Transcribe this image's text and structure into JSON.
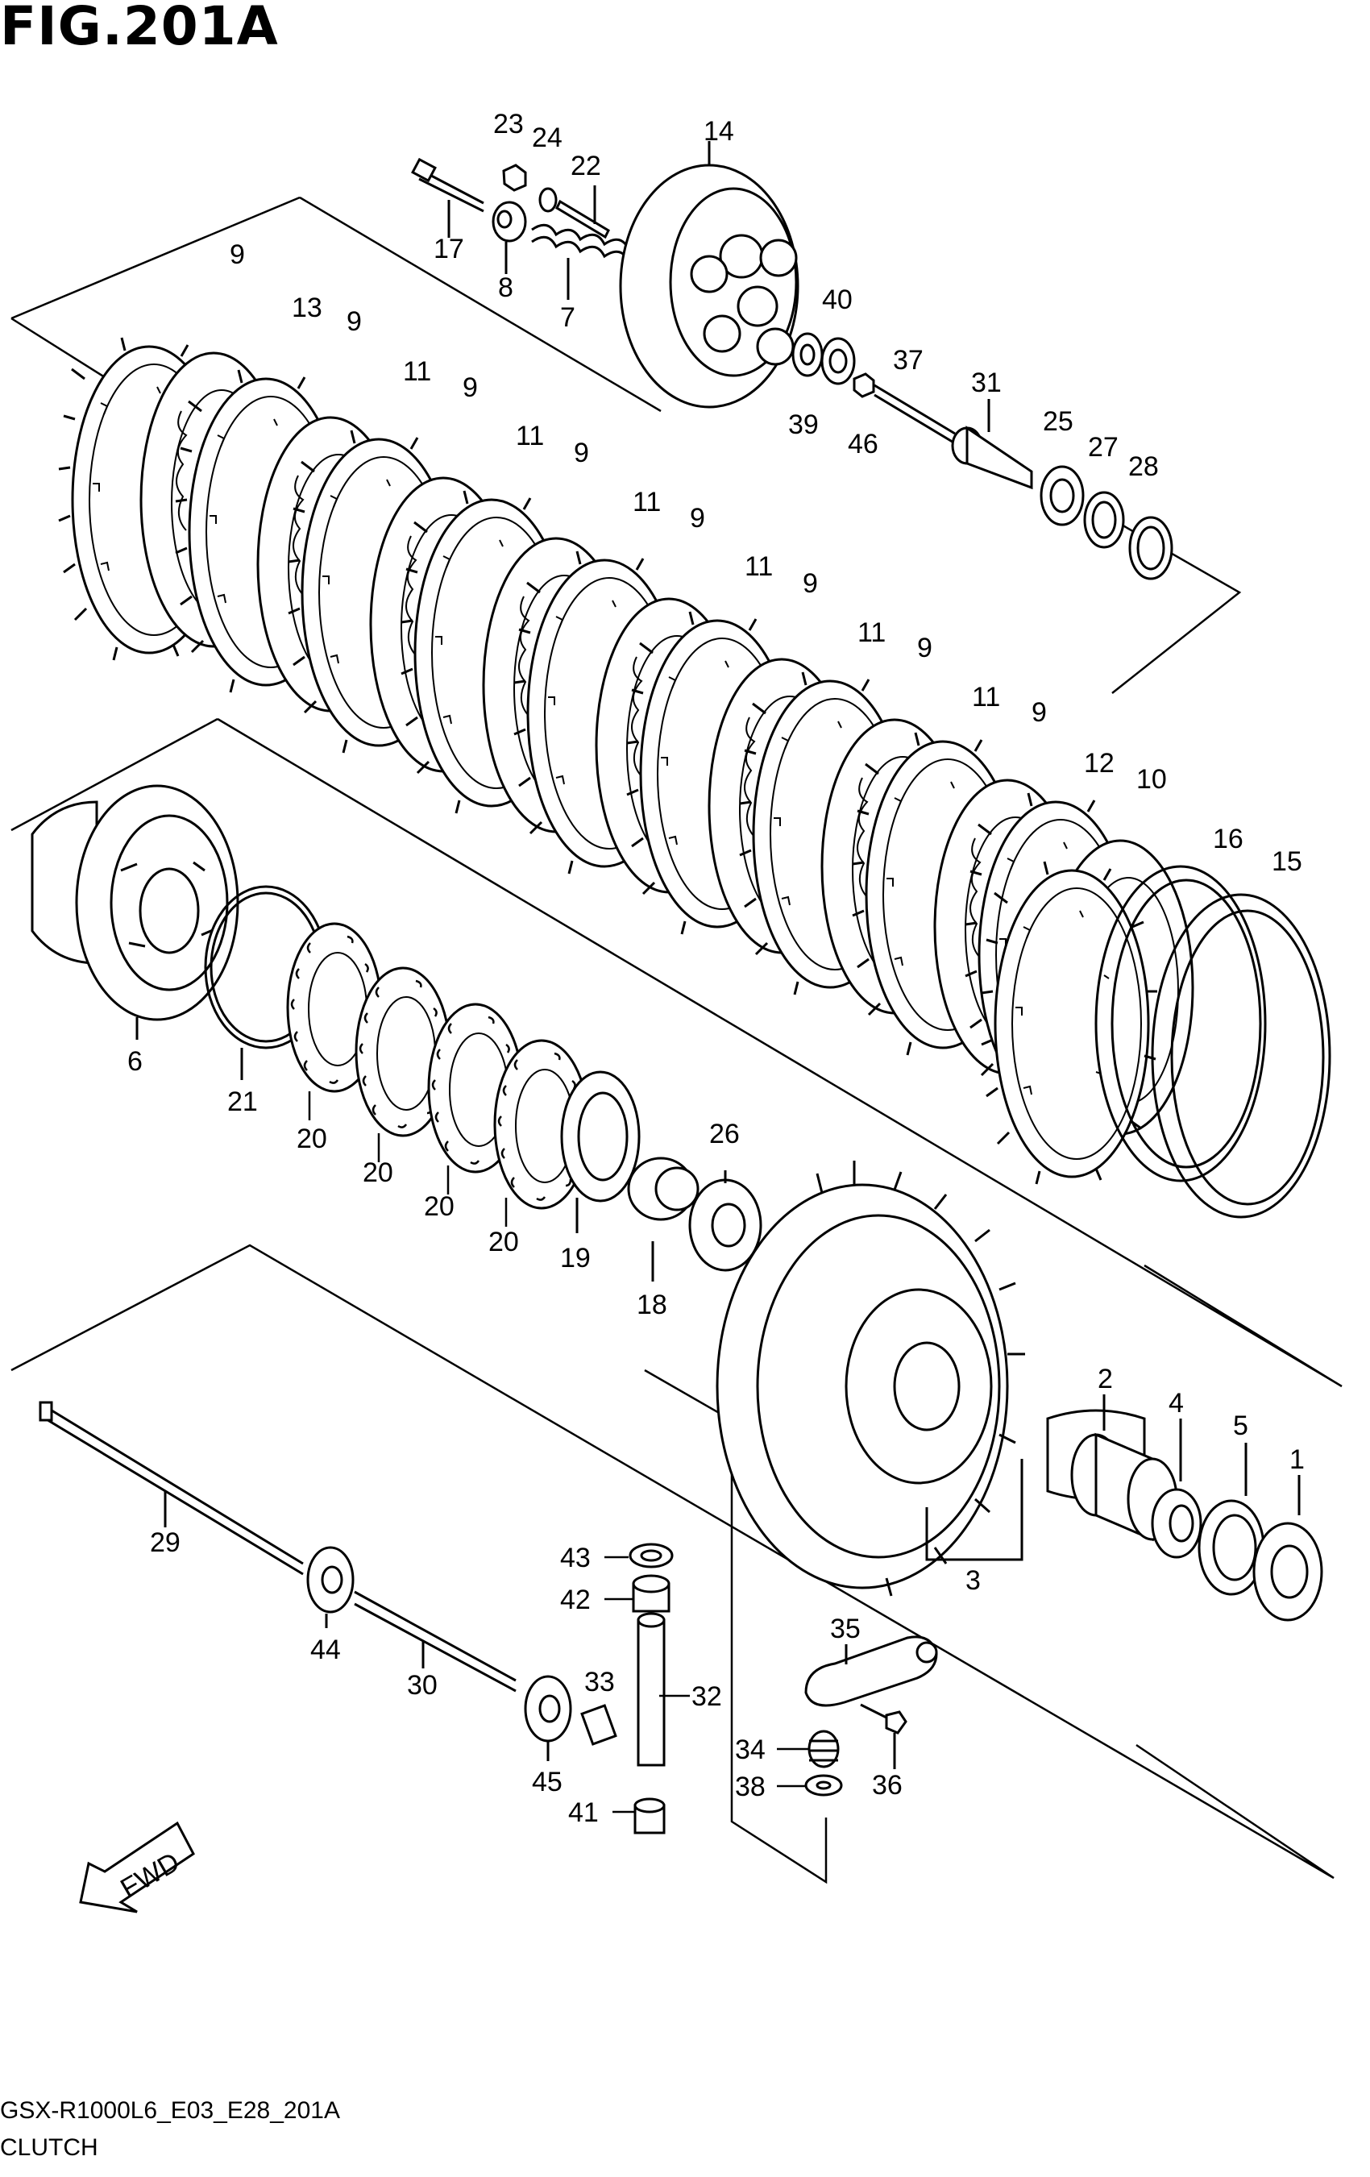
{
  "figure_title": "FIG.201A",
  "diagram_code": "GSX-R1000L6_E03_E28_201A",
  "section_name": "CLUTCH",
  "fwd_label": "FWD",
  "callouts": [
    {
      "id": "c23",
      "text": "23"
    },
    {
      "id": "c24",
      "text": "24"
    },
    {
      "id": "c22",
      "text": "22"
    },
    {
      "id": "c14",
      "text": "14"
    },
    {
      "id": "c17",
      "text": "17"
    },
    {
      "id": "c8",
      "text": "8"
    },
    {
      "id": "c7",
      "text": "7"
    },
    {
      "id": "c40",
      "text": "40"
    },
    {
      "id": "c39",
      "text": "39"
    },
    {
      "id": "c46",
      "text": "46"
    },
    {
      "id": "c37",
      "text": "37"
    },
    {
      "id": "c31",
      "text": "31"
    },
    {
      "id": "c25",
      "text": "25"
    },
    {
      "id": "c27",
      "text": "27"
    },
    {
      "id": "c28",
      "text": "28"
    },
    {
      "id": "c9a",
      "text": "9"
    },
    {
      "id": "c13",
      "text": "13"
    },
    {
      "id": "c9b",
      "text": "9"
    },
    {
      "id": "c11a",
      "text": "11"
    },
    {
      "id": "c9c",
      "text": "9"
    },
    {
      "id": "c11b",
      "text": "11"
    },
    {
      "id": "c9d",
      "text": "9"
    },
    {
      "id": "c11c",
      "text": "11"
    },
    {
      "id": "c9e",
      "text": "9"
    },
    {
      "id": "c11d",
      "text": "11"
    },
    {
      "id": "c9f",
      "text": "9"
    },
    {
      "id": "c11e",
      "text": "11"
    },
    {
      "id": "c9g",
      "text": "9"
    },
    {
      "id": "c11f",
      "text": "11"
    },
    {
      "id": "c9h",
      "text": "9"
    },
    {
      "id": "c12",
      "text": "12"
    },
    {
      "id": "c10",
      "text": "10"
    },
    {
      "id": "c16",
      "text": "16"
    },
    {
      "id": "c15",
      "text": "15"
    },
    {
      "id": "c6",
      "text": "6"
    },
    {
      "id": "c21",
      "text": "21"
    },
    {
      "id": "c20a",
      "text": "20"
    },
    {
      "id": "c20b",
      "text": "20"
    },
    {
      "id": "c20c",
      "text": "20"
    },
    {
      "id": "c20d",
      "text": "20"
    },
    {
      "id": "c19",
      "text": "19"
    },
    {
      "id": "c26",
      "text": "26"
    },
    {
      "id": "c18",
      "text": "18"
    },
    {
      "id": "c2",
      "text": "2"
    },
    {
      "id": "c4",
      "text": "4"
    },
    {
      "id": "c5",
      "text": "5"
    },
    {
      "id": "c1",
      "text": "1"
    },
    {
      "id": "c3",
      "text": "3"
    },
    {
      "id": "c29",
      "text": "29"
    },
    {
      "id": "c44",
      "text": "44"
    },
    {
      "id": "c30",
      "text": "30"
    },
    {
      "id": "c43",
      "text": "43"
    },
    {
      "id": "c42",
      "text": "42"
    },
    {
      "id": "c33",
      "text": "33"
    },
    {
      "id": "c32",
      "text": "32"
    },
    {
      "id": "c35",
      "text": "35"
    },
    {
      "id": "c34",
      "text": "34"
    },
    {
      "id": "c36",
      "text": "36"
    },
    {
      "id": "c38",
      "text": "38"
    },
    {
      "id": "c45",
      "text": "45"
    },
    {
      "id": "c41",
      "text": "41"
    }
  ]
}
